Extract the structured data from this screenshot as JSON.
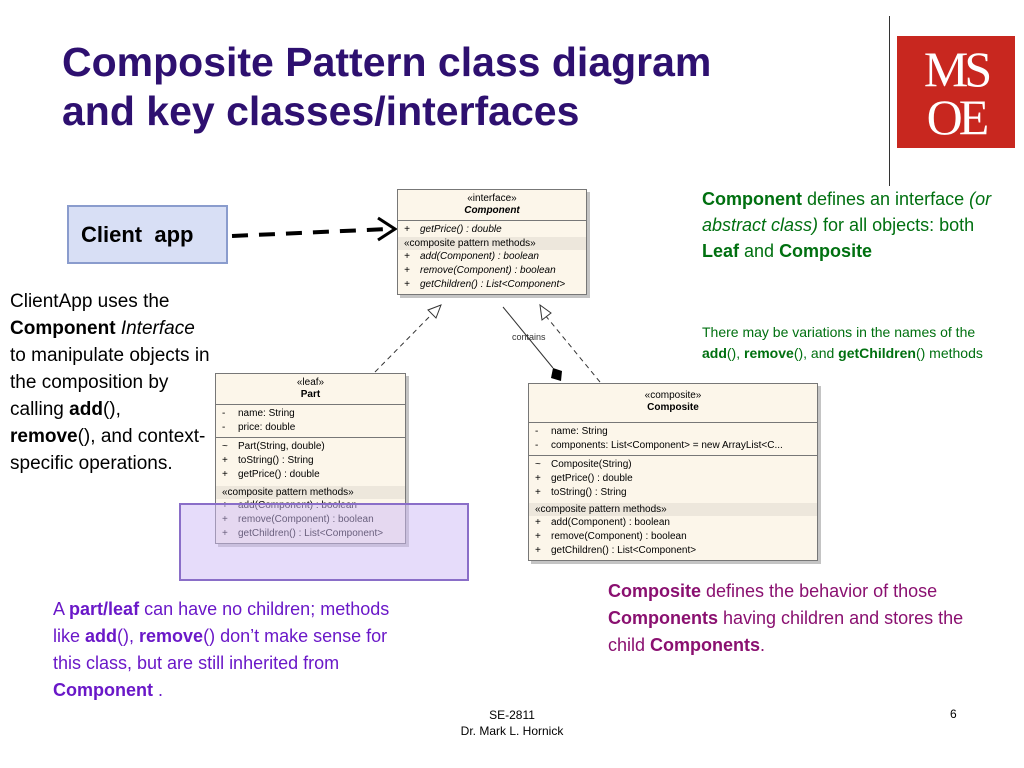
{
  "title": {
    "line1": "Composite Pattern class diagram",
    "line2": "and key classes/interfaces"
  },
  "logo": {
    "line1": "MS",
    "line2": "OE",
    "color": "#c8271f"
  },
  "client_box": {
    "label": "Client  app"
  },
  "uml": {
    "interface": {
      "stereotype": "«interface»",
      "name": "Component",
      "ops": [
        {
          "vis": "+",
          "sig": "getPrice() : double"
        }
      ],
      "group_label": "«composite pattern methods»",
      "group_ops": [
        {
          "vis": "+",
          "sig": "add(Component) : boolean"
        },
        {
          "vis": "+",
          "sig": "remove(Component) : boolean"
        },
        {
          "vis": "+",
          "sig": "getChildren() : List<Component>"
        }
      ]
    },
    "part": {
      "stereotype": "«leaf»",
      "name": "Part",
      "attrs": [
        {
          "vis": "-",
          "sig": "name:  String"
        },
        {
          "vis": "-",
          "sig": "price:  double"
        }
      ],
      "ops": [
        {
          "vis": "~",
          "sig": "Part(String, double)"
        },
        {
          "vis": "+",
          "sig": "toString() : String"
        },
        {
          "vis": "+",
          "sig": "getPrice() : double"
        }
      ],
      "group_label": "«composite pattern methods»",
      "group_ops": [
        {
          "vis": "+",
          "sig": "add(Component) : boolean"
        },
        {
          "vis": "+",
          "sig": "remove(Component) : boolean"
        },
        {
          "vis": "+",
          "sig": "getChildren() : List<Component>"
        }
      ]
    },
    "composite": {
      "stereotype": "«composite»",
      "name": "Composite",
      "attrs": [
        {
          "vis": "-",
          "sig": "name:  String"
        },
        {
          "vis": "-",
          "sig": "components:  List<Component> = new ArrayList<C..."
        }
      ],
      "ops": [
        {
          "vis": "~",
          "sig": "Composite(String)"
        },
        {
          "vis": "+",
          "sig": "getPrice() : double"
        },
        {
          "vis": "+",
          "sig": "toString() : String"
        }
      ],
      "group_label": "«composite pattern methods»",
      "group_ops": [
        {
          "vis": "+",
          "sig": "add(Component) : boolean"
        },
        {
          "vis": "+",
          "sig": "remove(Component) : boolean"
        },
        {
          "vis": "+",
          "sig": "getChildren() : List<Component>"
        }
      ]
    },
    "contains_label": "contains"
  },
  "notes": {
    "clientapp": {
      "p1": "ClientApp uses the ",
      "b1": "Component",
      "i1": "Interface",
      "p2": " to manipulate objects in the composition by calling ",
      "b2": "add",
      "p3": "(), ",
      "b3": "remove",
      "p4": "(), and context-specific operations."
    },
    "component": {
      "b1": "Component",
      "p1": " defines an interface ",
      "i1": "(or abstract class)",
      "p2": " for all objects: both ",
      "b2": "Leaf",
      "p3": " and ",
      "b3": "Composite"
    },
    "variations": {
      "p1": "There may be variations in the names of the ",
      "b1": "add",
      "p2": "(), ",
      "b2": "remove",
      "p3": "(), and ",
      "b3": "getChildren",
      "p4": "() methods"
    },
    "leaf": {
      "p1": "A ",
      "b1": "part",
      "p2": "/",
      "b2": "leaf",
      "p3": " can have no children; methods like ",
      "b3": "add",
      "p4": "(), ",
      "b4": "remove",
      "p5": "() don’t make sense for this class, but are still inherited from ",
      "b5": "Component",
      "p6": " ."
    },
    "composite": {
      "b1": "Composite",
      "p1": " defines the behavior of those ",
      "b2": "Components",
      "p2": " having children and stores the child ",
      "b3": "Components",
      "p3": "."
    }
  },
  "footer": {
    "course": "SE-2811",
    "author": "Dr. Mark L. Hornick",
    "page": "6"
  }
}
